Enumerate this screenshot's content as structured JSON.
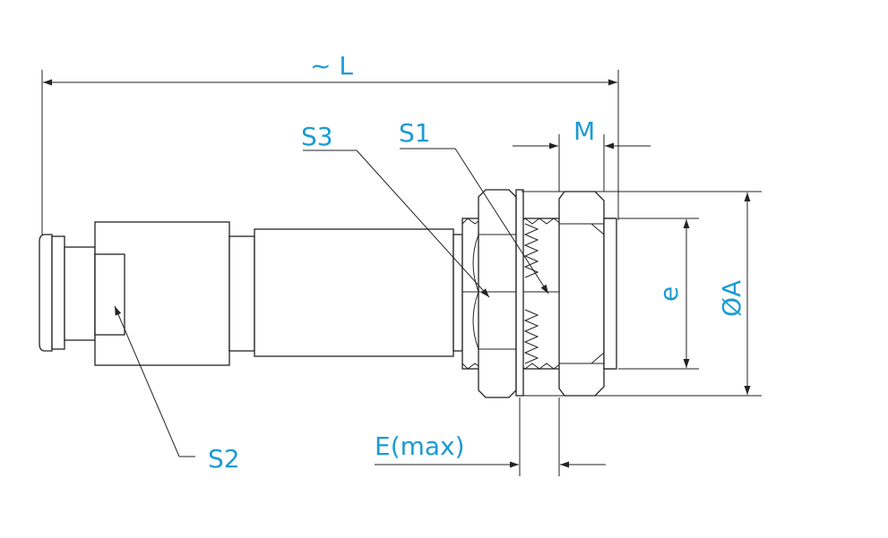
{
  "labels": {
    "length": "~ L",
    "s1": "S1",
    "s2": "S2",
    "s3": "S3",
    "m": "M",
    "e": "e",
    "diameter_a": "ØA",
    "e_max": "E(max)"
  },
  "colors": {
    "label": "#1b9bd3",
    "line": "#222222"
  }
}
